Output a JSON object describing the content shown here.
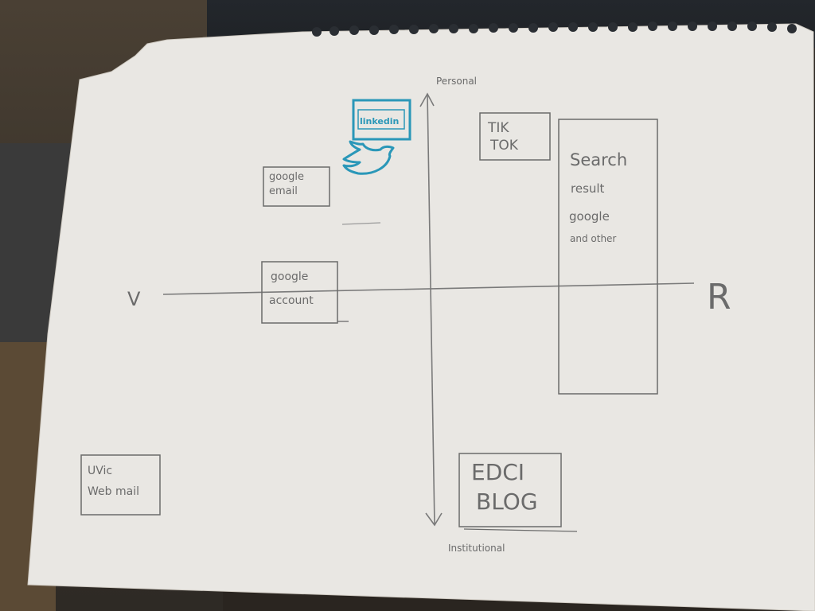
{
  "axes": {
    "top_label": "Personal",
    "bottom_label": "Institutional",
    "left_label": "V",
    "right_label": "R"
  },
  "notes": {
    "linkedin": "linkedin",
    "google_email_1": "google",
    "google_email_2": "email",
    "google_account_1": "google",
    "google_account_2": "account",
    "uvic_webmail_1": "UVic",
    "uvic_webmail_2": "Web mail",
    "tiktok_1": "TIK",
    "tiktok_2": "TOK",
    "search_1": "Search",
    "search_2": "result",
    "search_3": "google",
    "search_4": "and other",
    "edci_1": "EDCI",
    "edci_2": "BLOG"
  },
  "colors": {
    "paper": "#e9e7e3",
    "pencil": "#6b6b6b",
    "blue_marker": "#2a97b8"
  },
  "icons": [
    "twitter-bird-icon"
  ]
}
